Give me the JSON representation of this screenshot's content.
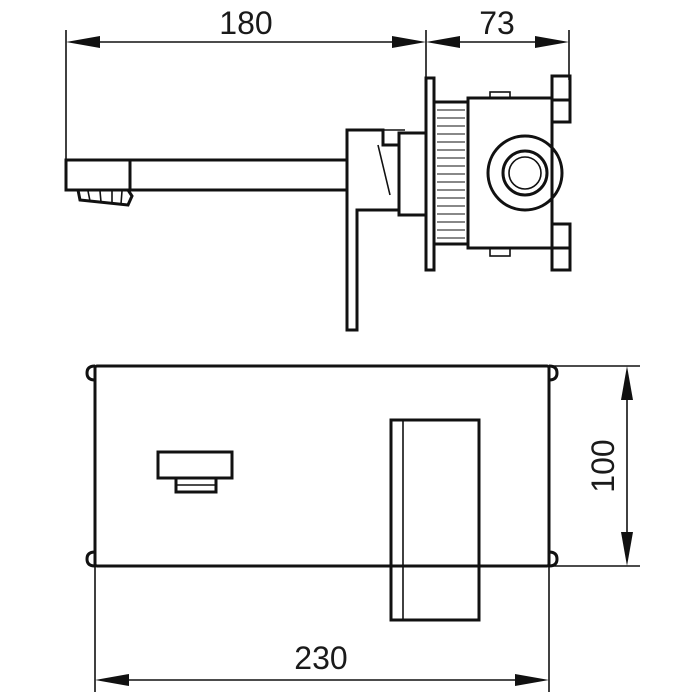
{
  "drawing": {
    "side_view": {
      "dimensions": {
        "spout_projection": "180",
        "body_depth": "73"
      }
    },
    "front_view": {
      "dimensions": {
        "plate_height": "100",
        "plate_width": "230"
      }
    }
  },
  "colors": {
    "line": "#111111",
    "background": "#ffffff"
  }
}
